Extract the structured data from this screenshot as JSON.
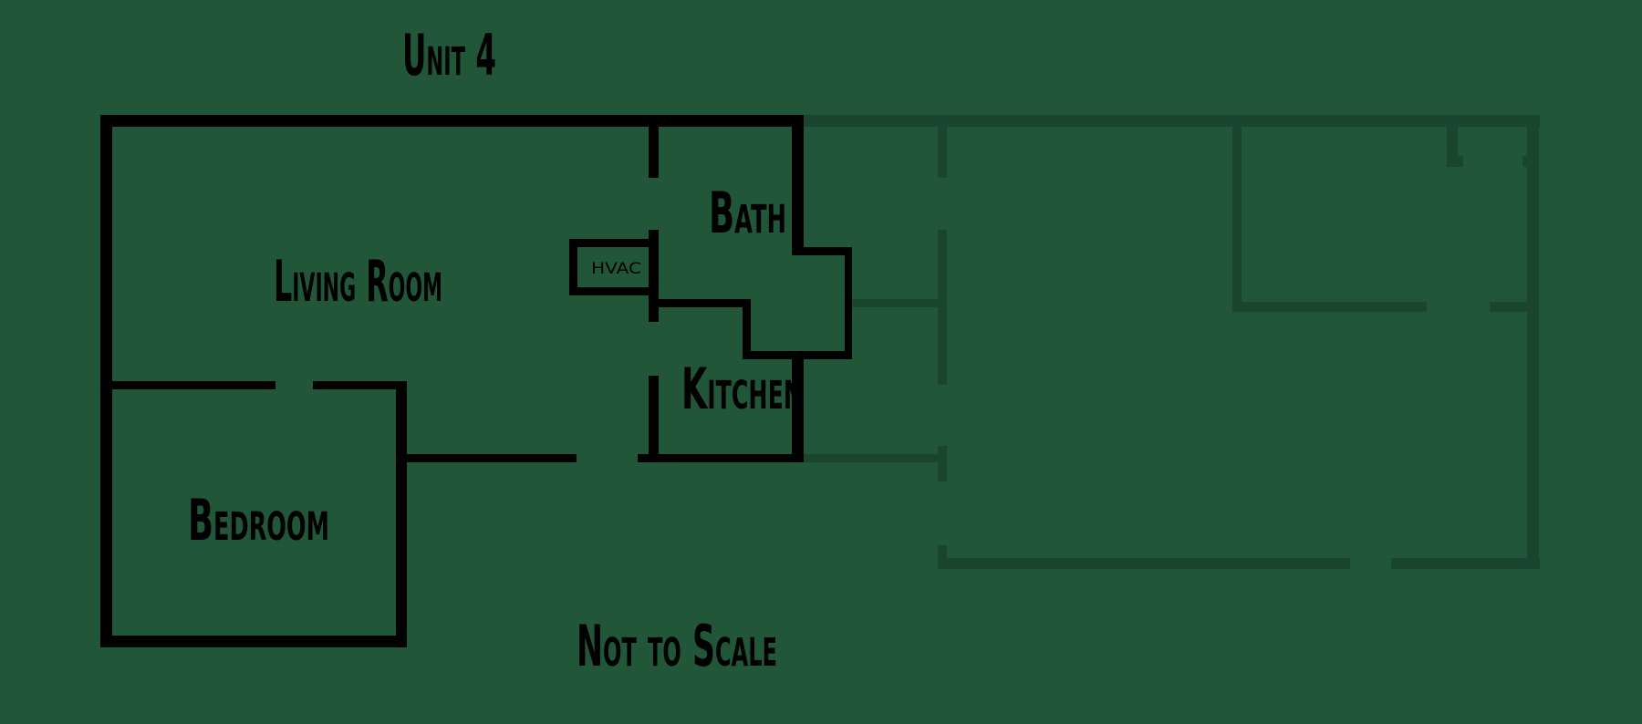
{
  "title": "Unit 4",
  "rooms": {
    "living_room": "Living Room",
    "bath": "Bath",
    "hvac": "HVAC",
    "kitchen": "Kitchen",
    "bedroom": "Bedroom"
  },
  "note": "Not to Scale",
  "colors": {
    "background": "#215638",
    "active_walls": "#000000",
    "faded_walls": "#1a4630"
  }
}
